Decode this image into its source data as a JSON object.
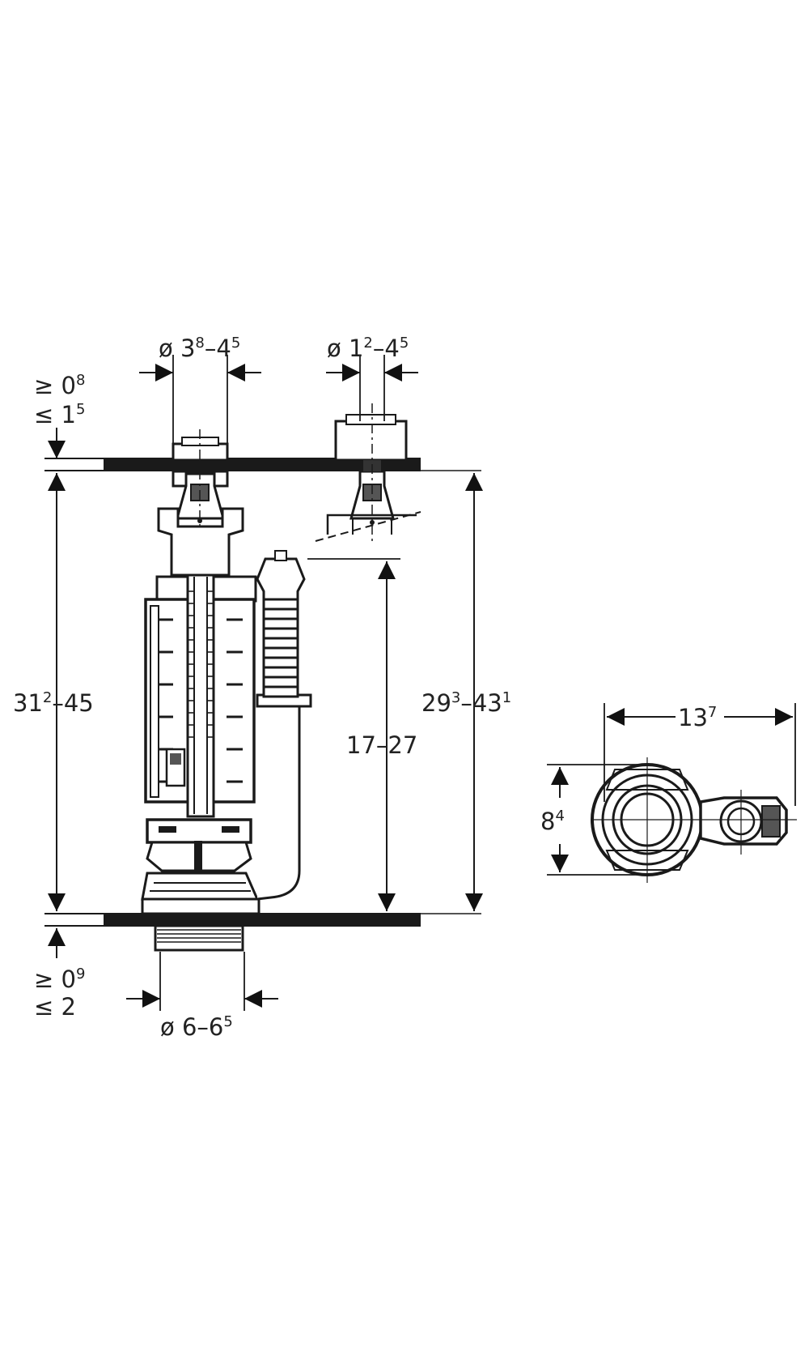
{
  "labels": {
    "dia_top_left": {
      "main": "ø 3",
      "sup1": "8",
      "mid": "–4",
      "sup2": "5"
    },
    "dia_top_right": {
      "main": "ø 1",
      "sup1": "2",
      "mid": "–4",
      "sup2": "5"
    },
    "top_gap": {
      "line1_main": "≥ 0",
      "line1_sup": "8",
      "line2_main": "≤ 1",
      "line2_sup": "5"
    },
    "bottom_gap": {
      "line1_main": "≥ 0",
      "line1_sup": "9",
      "line2_main": "≤ 2"
    },
    "height_left": {
      "main": "31",
      "sup1": "2",
      "rest": "–45"
    },
    "height_mid": {
      "main": "17–27"
    },
    "height_right": {
      "main": "29",
      "sup1": "3",
      "mid": "–43",
      "sup2": "1"
    },
    "dia_bottom": {
      "main": "ø 6–6",
      "sup1": "5"
    },
    "width_plan": {
      "main": "13",
      "sup1": "7"
    },
    "depth_plan": {
      "main": "8",
      "sup1": "4"
    }
  }
}
